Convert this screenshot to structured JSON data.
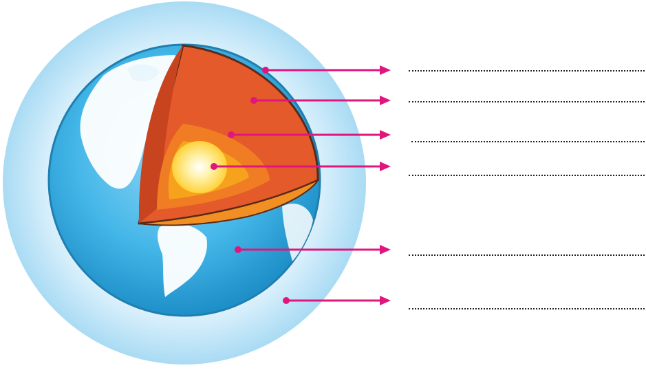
{
  "diagram": {
    "subject": "earth-cross-section-layers",
    "label_pointers": [
      {
        "id": "pointer-1",
        "answer_blank": ""
      },
      {
        "id": "pointer-2",
        "answer_blank": ""
      },
      {
        "id": "pointer-3",
        "answer_blank": ""
      },
      {
        "id": "pointer-4",
        "answer_blank": ""
      },
      {
        "id": "pointer-5",
        "answer_blank": ""
      },
      {
        "id": "pointer-6",
        "answer_blank": ""
      }
    ],
    "colors": {
      "arrow": "#e0167f",
      "atmosphere": "#bfe6f8",
      "ocean": "#3fb4e6",
      "crust": "#e2552a",
      "mantle": "#f07a22",
      "outer_core": "#f5a21d",
      "inner_core": "#ffe26a",
      "land": "#ffffff"
    },
    "icons": [
      "earth-globe-icon",
      "arrow-right-icon"
    ]
  }
}
